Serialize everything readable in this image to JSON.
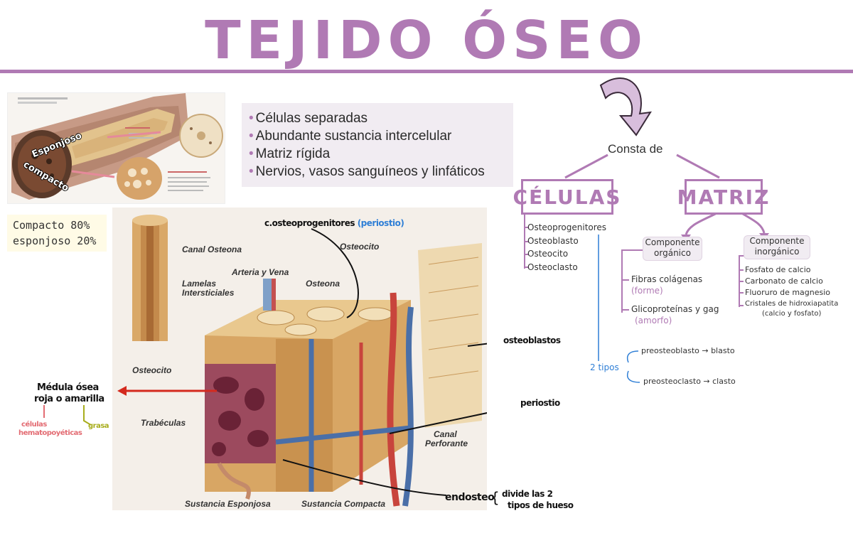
{
  "title": "TEJIDO ÓSEO",
  "illustration": {
    "labels": {
      "esponjoso": "Esponjoso",
      "compacto": "compacto"
    }
  },
  "characteristics": [
    "Células separadas",
    "Abundante sustancia intercelular",
    "Matriz rígida",
    "Nervios, vasos sanguíneos y linfáticos"
  ],
  "percentages": {
    "compacto": "Compacto 80%",
    "esponjoso": "esponjoso 20%"
  },
  "diagram": {
    "printed_labels": {
      "canal_osteona": "Canal Osteona",
      "arteria_vena": "Arteria y Vena",
      "lamelas": "Lamelas",
      "intersticiales": "Intersticiales",
      "osteona": "Osteona",
      "osteocito_top": "Osteocito",
      "osteocito_left": "Osteocito",
      "trabeculas": "Trabéculas",
      "canal": "Canal",
      "perforante": "Perforante",
      "sustancia_esponjosa": "Sustancia Esponjosa",
      "sustancia_compacta": "Sustancia Compacta"
    },
    "handwritten": {
      "osteoprogenitores": "c.osteoprogenitores",
      "periostio_paren": "(periostio)",
      "medula_line1": "Médula ósea",
      "medula_line2": "roja o amarilla",
      "celulas_hemato_1": "células",
      "celulas_hemato_2": "hematopoyéticas",
      "grasa": "grasa",
      "endosteo": "endosteo",
      "divide_1": "divide las 2",
      "divide_2": "tipos de hueso",
      "periostio": "periostio",
      "osteoblastos": "osteoblastos",
      "brace": "{"
    }
  },
  "concept_map": {
    "consta_de": "Consta de",
    "celulas": "CÉLULAS",
    "matriz": "MATRIZ",
    "cell_types": [
      "Osteoprogenitores",
      "Osteoblasto",
      "Osteocito",
      "Osteoclasto"
    ],
    "dos_tipos": "2 tipos",
    "branch_1": "preosteoblasto → blasto",
    "branch_2": "preosteoclasto → clasto",
    "componente_organico": {
      "line1": "Componente",
      "line2": "orgánico"
    },
    "componente_inorganico": {
      "line1": "Componente",
      "line2": "inorgánico"
    },
    "organic_items": [
      {
        "label": "Fibras colágenas",
        "note": "(forme)"
      },
      {
        "label": "Glicoproteínas y gag",
        "note": "(amorfo)"
      }
    ],
    "inorganic_items": [
      "Fosfato de calcio",
      "Carbonato de calcio",
      "Fluoruro de magnesio",
      "Cristales de hidroxiapatita"
    ],
    "inorganic_note": "(calcio y fosfato)"
  },
  "colors": {
    "accent": "#b07ab4",
    "box": "#f1ecf2",
    "blue": "#2f7fd6",
    "red": "#d42a1e"
  }
}
